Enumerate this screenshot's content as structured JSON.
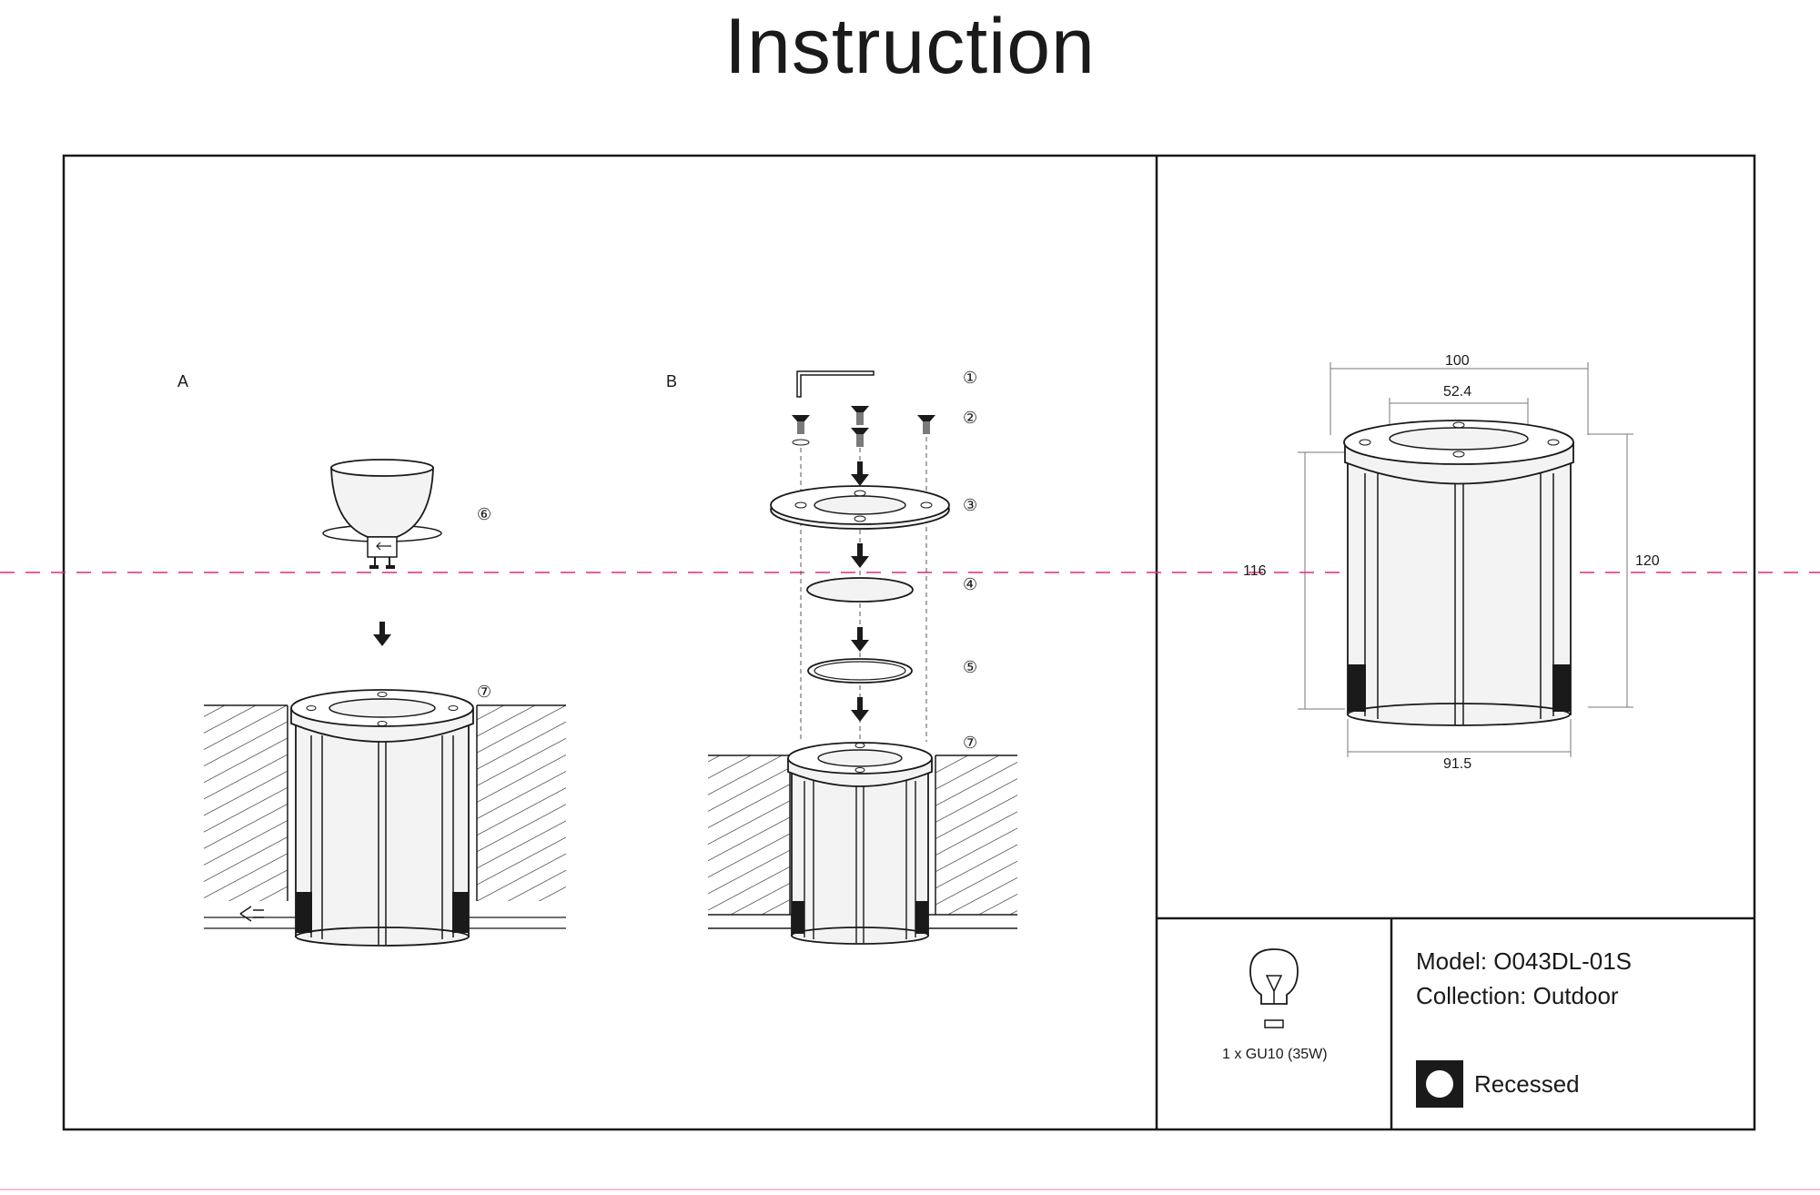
{
  "title": "Instruction",
  "panels": {
    "a_label": "A",
    "b_label": "B"
  },
  "steps": {
    "s1": "①",
    "s2": "②",
    "s3": "③",
    "s4": "④",
    "s5": "⑤",
    "s6": "⑥",
    "s7a": "⑦",
    "s7b": "⑦"
  },
  "dimensions": {
    "top_width": "100",
    "inner_width": "52.4",
    "left_height": "116",
    "right_height": "120",
    "bottom_width": "91.5"
  },
  "lamp": {
    "label": "1 x GU10 (35W)"
  },
  "info": {
    "model": "Model: O043DL-01S",
    "collection": "Collection: Outdoor",
    "mount": "Recessed"
  },
  "colors": {
    "line": "#1a1a1a",
    "guide": "#e0287d",
    "fill": "#f3f3f3"
  }
}
